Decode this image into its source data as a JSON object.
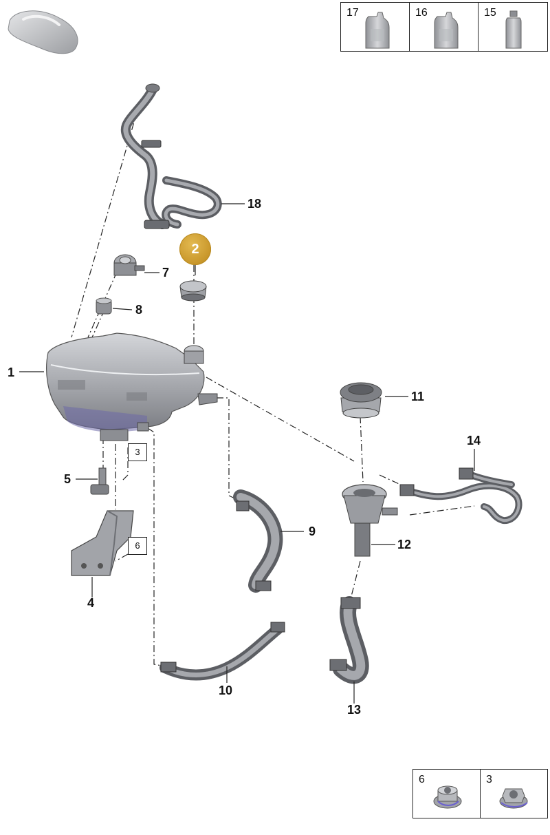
{
  "callouts": [
    {
      "id": "1",
      "label": "1"
    },
    {
      "id": "4",
      "label": "4"
    },
    {
      "id": "5",
      "label": "5"
    },
    {
      "id": "7",
      "label": "7"
    },
    {
      "id": "8",
      "label": "8"
    },
    {
      "id": "9",
      "label": "9"
    },
    {
      "id": "10",
      "label": "10"
    },
    {
      "id": "11",
      "label": "11"
    },
    {
      "id": "12",
      "label": "12"
    },
    {
      "id": "13",
      "label": "13"
    },
    {
      "id": "14",
      "label": "14"
    },
    {
      "id": "18",
      "label": "18"
    }
  ],
  "highlight": {
    "label": "2"
  },
  "ref_boxes": {
    "b3": "3",
    "b6": "6"
  },
  "legend_top": [
    "17",
    "16",
    "15"
  ],
  "legend_bottom": [
    "6",
    "3"
  ],
  "colors": {
    "part_fill": "#9a9ca2",
    "part_light": "#c9cbd0",
    "part_dark": "#5e6066",
    "highlight": "#c8962a",
    "fastener_accent": "#6a5fd0"
  }
}
